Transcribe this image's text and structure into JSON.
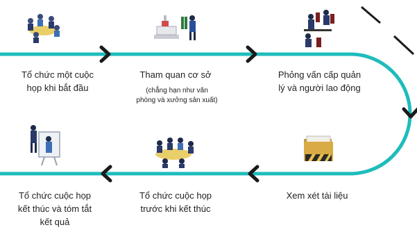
{
  "accent_color": "#1fbcbc",
  "arrow_color": "#1b1b1b",
  "steps": [
    {
      "label": "Tổ chức một cuộc họp khi bắt đầu",
      "icon": "meeting-table-icon"
    },
    {
      "label": "Tham quan cơ sở",
      "sublabel": "(chẳng hạn như văn phòng và xưởng sản xuất)",
      "icon": "factory-visit-icon"
    },
    {
      "label": "Phỏng vấn cấp quản lý và người lao động",
      "icon": "interview-icon"
    },
    {
      "label": "Xem xét tài liệu",
      "icon": "document-folder-icon"
    },
    {
      "label": "Tổ chức cuộc họp trước khi kết thúc",
      "icon": "meeting-table-icon"
    },
    {
      "label": "Tổ chức cuộc họp kết thúc và tóm tắt kết quả",
      "icon": "presentation-icon"
    }
  ]
}
